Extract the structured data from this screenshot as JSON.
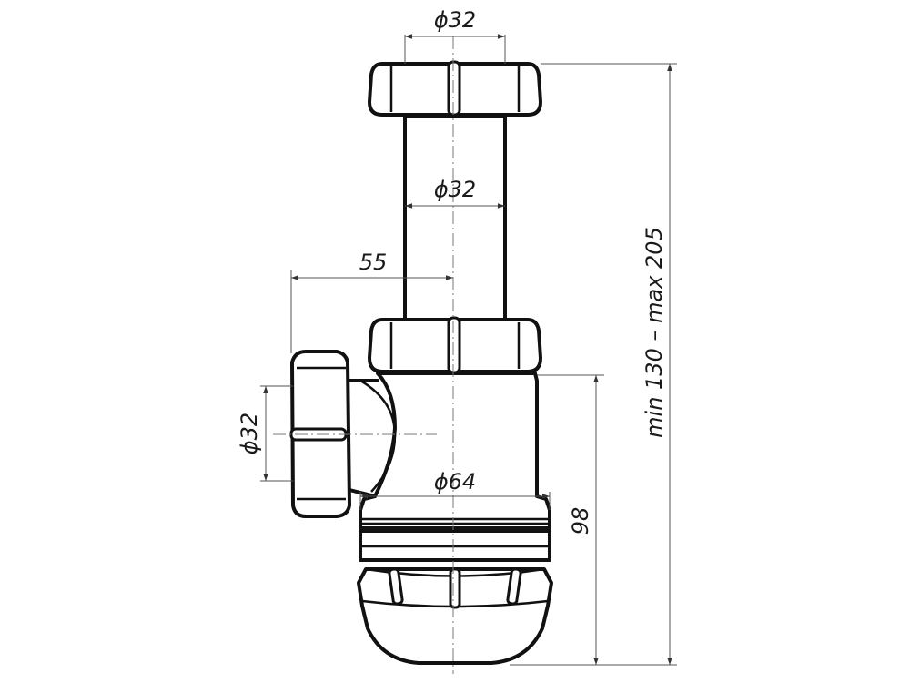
{
  "drawing": {
    "dimensions": {
      "top_nut_diameter": "ϕ32",
      "tube_diameter": "ϕ32",
      "outlet_offset": "55",
      "side_outlet_diameter": "ϕ32",
      "bottle_diameter": "ϕ64",
      "bottle_height": "98",
      "total_height": "min 130 – max 205"
    }
  }
}
